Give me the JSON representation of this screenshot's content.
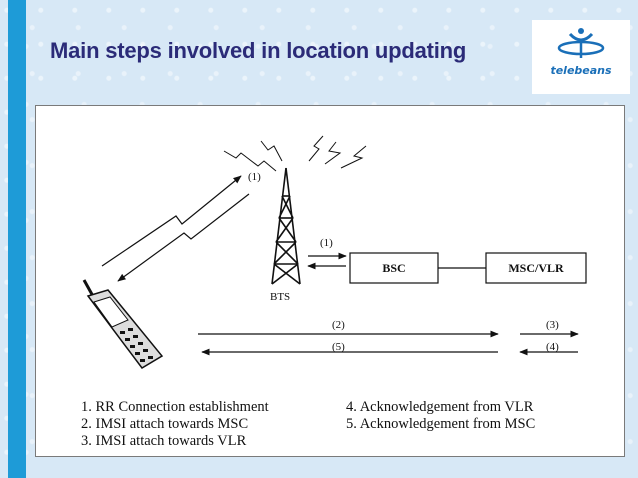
{
  "slide": {
    "title": "Main steps involved in location updating"
  },
  "logo": {
    "icon": "satellite-dish-icon",
    "text": "telebeans",
    "color": "#1a6fb8"
  },
  "colors": {
    "left_bar": "#1e9bd7",
    "title": "#2b2b78",
    "background": "#d7e8f6"
  },
  "diagram": {
    "nodes": {
      "bts": "BTS",
      "bsc": "BSC",
      "msc_vlr": "MSC/VLR"
    },
    "arrow_labels": {
      "radio": "(1)",
      "bts_bsc": "(1)",
      "step2": "(2)",
      "step3": "(3)",
      "step4": "(4)",
      "step5": "(5)"
    },
    "legend_left": [
      "1. RR Connection establishment",
      "2. IMSI attach towards MSC",
      "3. IMSI attach towards VLR"
    ],
    "legend_right": [
      "4. Acknowledgement  from VLR",
      "5. Acknowledgement from MSC"
    ]
  }
}
